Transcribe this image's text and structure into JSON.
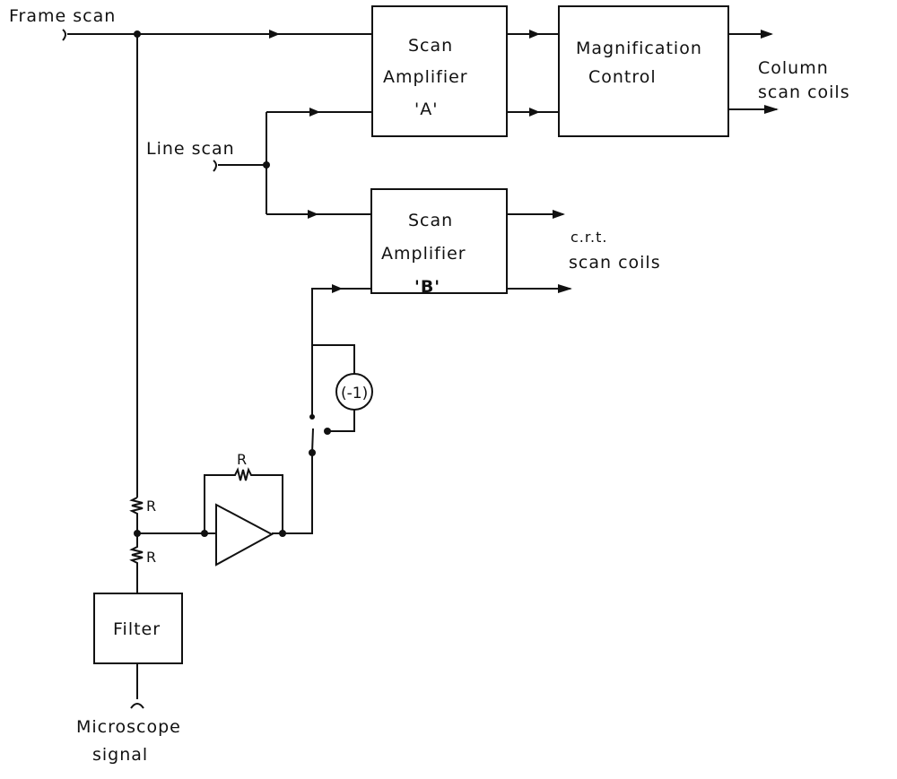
{
  "labels": {
    "frame_scan": "Frame scan",
    "line_scan": "Line scan",
    "microscope_signal_1": "Microscope",
    "microscope_signal_2": "signal",
    "column_scan_coils_1": "Column",
    "column_scan_coils_2": "scan coils",
    "crt_scan_coils_1": "c.r.t.",
    "crt_scan_coils_2": "scan coils"
  },
  "blocks": {
    "scan_amp_a": [
      "Scan",
      "Amplifier",
      "'A'"
    ],
    "scan_amp_b": [
      "Scan",
      "Amplifier",
      "'B'"
    ],
    "magnification": [
      "Magnification",
      "Control"
    ],
    "filter": "Filter",
    "inverter": "(-1)"
  },
  "resistors": {
    "r1": "R",
    "r2": "R",
    "r_feedback": "R"
  }
}
